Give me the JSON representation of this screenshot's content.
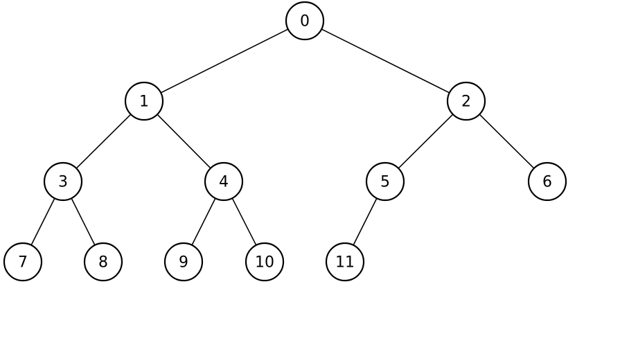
{
  "diagram": {
    "type": "binary-tree",
    "nodes": [
      {
        "id": 0,
        "label": "0"
      },
      {
        "id": 1,
        "label": "1"
      },
      {
        "id": 2,
        "label": "2"
      },
      {
        "id": 3,
        "label": "3"
      },
      {
        "id": 4,
        "label": "4"
      },
      {
        "id": 5,
        "label": "5"
      },
      {
        "id": 6,
        "label": "6"
      },
      {
        "id": 7,
        "label": "7"
      },
      {
        "id": 8,
        "label": "8"
      },
      {
        "id": 9,
        "label": "9"
      },
      {
        "id": 10,
        "label": "10"
      },
      {
        "id": 11,
        "label": "11"
      }
    ],
    "edges": [
      {
        "from": 0,
        "to": 1
      },
      {
        "from": 0,
        "to": 2
      },
      {
        "from": 1,
        "to": 3
      },
      {
        "from": 1,
        "to": 4
      },
      {
        "from": 2,
        "to": 5
      },
      {
        "from": 2,
        "to": 6
      },
      {
        "from": 3,
        "to": 7
      },
      {
        "from": 3,
        "to": 8
      },
      {
        "from": 4,
        "to": 9
      },
      {
        "from": 4,
        "to": 10
      },
      {
        "from": 5,
        "to": 11
      }
    ],
    "colors": {
      "stroke": "#000000",
      "node_fill": "#ffffff",
      "background": "#ffffff"
    }
  }
}
